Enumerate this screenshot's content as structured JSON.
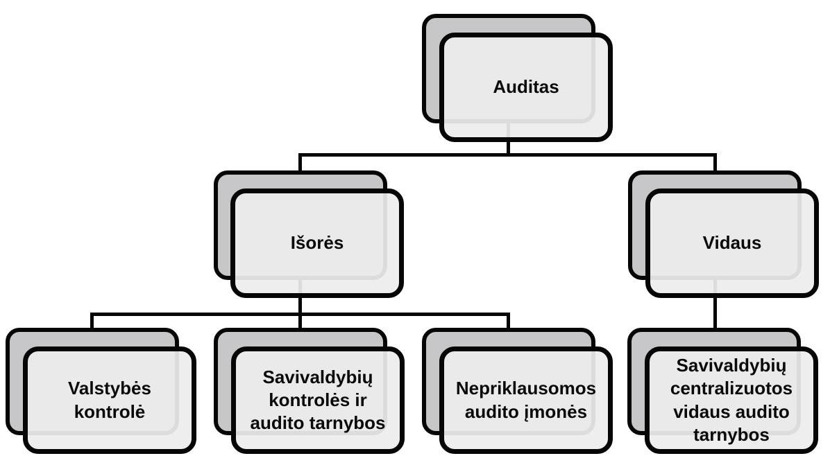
{
  "diagram": {
    "type": "org-chart",
    "language": "Lithuanian",
    "background": "#ffffff",
    "colors": {
      "box_back_fill": "#c7c7c9",
      "box_front_fill": "#ededed",
      "border": "#060606",
      "connector": "#060606",
      "text": "#0a0a0a"
    },
    "nodes": [
      {
        "id": "auditas",
        "label": "Auditas",
        "level": 0
      },
      {
        "id": "isores",
        "label": "Išorės",
        "level": 1,
        "parent": "auditas"
      },
      {
        "id": "vidaus",
        "label": "Vidaus",
        "level": 1,
        "parent": "auditas"
      },
      {
        "id": "valstybes-kontrole",
        "label": "Valstybės\nkontrolė",
        "level": 2,
        "parent": "isores"
      },
      {
        "id": "savivaldybiu-kontroles-ir-audito-tarnybos",
        "label": "Savivaldybių\nkontrolės ir\naudito tarnybos",
        "level": 2,
        "parent": "isores"
      },
      {
        "id": "nepriklausomos-audito-imones",
        "label": "Nepriklausomos\naudito įmonės",
        "level": 2,
        "parent": "isores"
      },
      {
        "id": "savivaldybiu-centralizuotos-vidaus-audito-tarnybos",
        "label": "Savivaldybių\ncentralizuotos\nvidaus audito\ntarnybos",
        "level": 2,
        "parent": "vidaus"
      }
    ],
    "edges": [
      {
        "from": "auditas",
        "to": "isores"
      },
      {
        "from": "auditas",
        "to": "vidaus"
      },
      {
        "from": "isores",
        "to": "valstybes-kontrole"
      },
      {
        "from": "isores",
        "to": "savivaldybiu-kontroles-ir-audito-tarnybos"
      },
      {
        "from": "isores",
        "to": "nepriklausomos-audito-imones"
      },
      {
        "from": "vidaus",
        "to": "savivaldybiu-centralizuotos-vidaus-audito-tarnybos"
      }
    ]
  }
}
